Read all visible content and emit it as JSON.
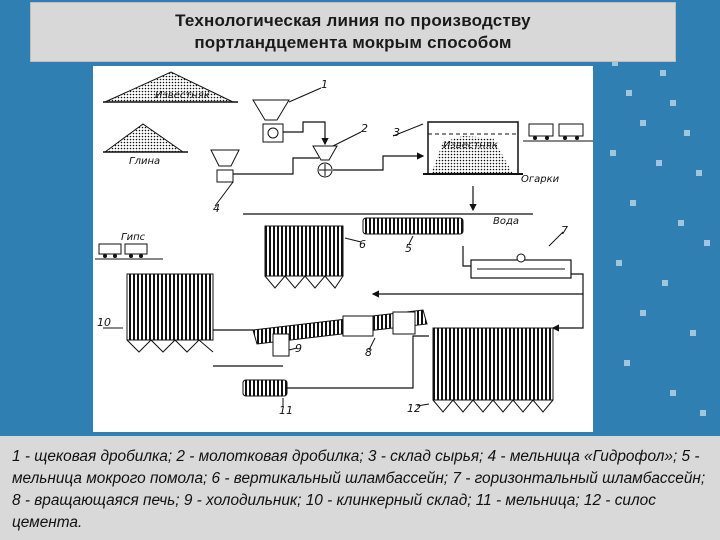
{
  "title": {
    "line1": "Технологическая линия по производству",
    "line2": "портландцемента мокрым способом"
  },
  "diagram": {
    "labels": {
      "limestone_left": "Известняк",
      "clay": "Глина",
      "limestone_store": "Известняк",
      "water": "Вода",
      "gypsum": "Гипс",
      "dumps": "Огарки"
    },
    "numbers": [
      "1",
      "2",
      "3",
      "4",
      "5",
      "6",
      "7",
      "8",
      "9",
      "10",
      "11",
      "12"
    ]
  },
  "caption": {
    "text": "1 - щековая дробилка; 2 - молотковая дробилка; 3 - склад  сырья; 4 - мельница «Гидрофол»; 5 - мельница мокрого помола; 6 - вертикальный шламбассейн;  7 - горизонтальный шламбассейн; 8 - вращающаяся печь; 9 - холодильник;  10 - клинкерный склад; 11 - мельница; 12 - силос цемента."
  },
  "colors": {
    "background": "#2f7fb3",
    "title_box": "#d8d8d8",
    "caption_box": "#d9d9d9"
  }
}
